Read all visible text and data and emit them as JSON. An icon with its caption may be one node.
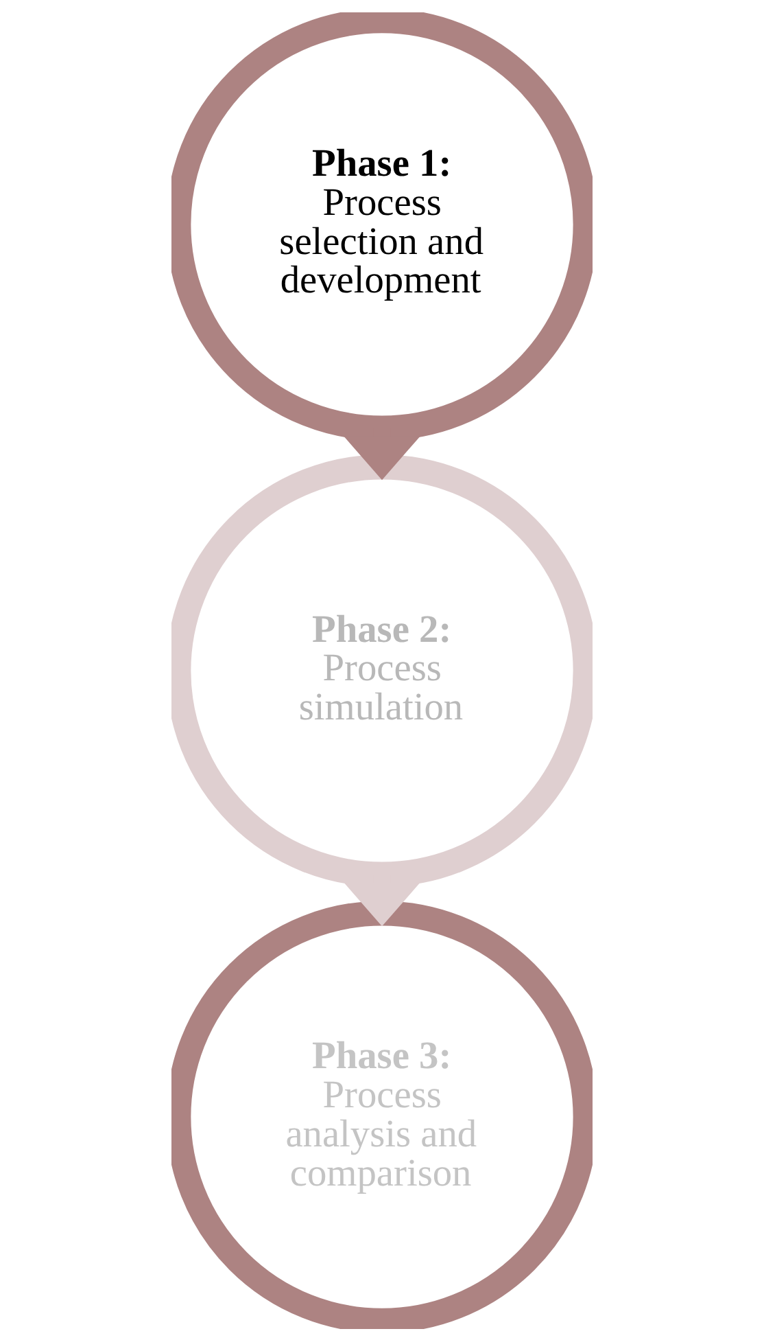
{
  "diagram": {
    "nodes": [
      {
        "text": [
          "Phase 1:",
          "Process selection and development"
        ]
      },
      {
        "text": [
          "Phase 2:",
          "Process simulation"
        ]
      },
      {
        "text": [
          "Phase 3:",
          "Process analysis and comparison"
        ]
      }
    ],
    "edges": [
      {
        "from": 0,
        "to": 1,
        "arrow": "to",
        "style": "thick",
        "color": "#ad8382"
      },
      {
        "from": 1,
        "to": 2,
        "arrow": "to",
        "style": "thick",
        "color": "#dfcfd0"
      }
    ]
  }
}
